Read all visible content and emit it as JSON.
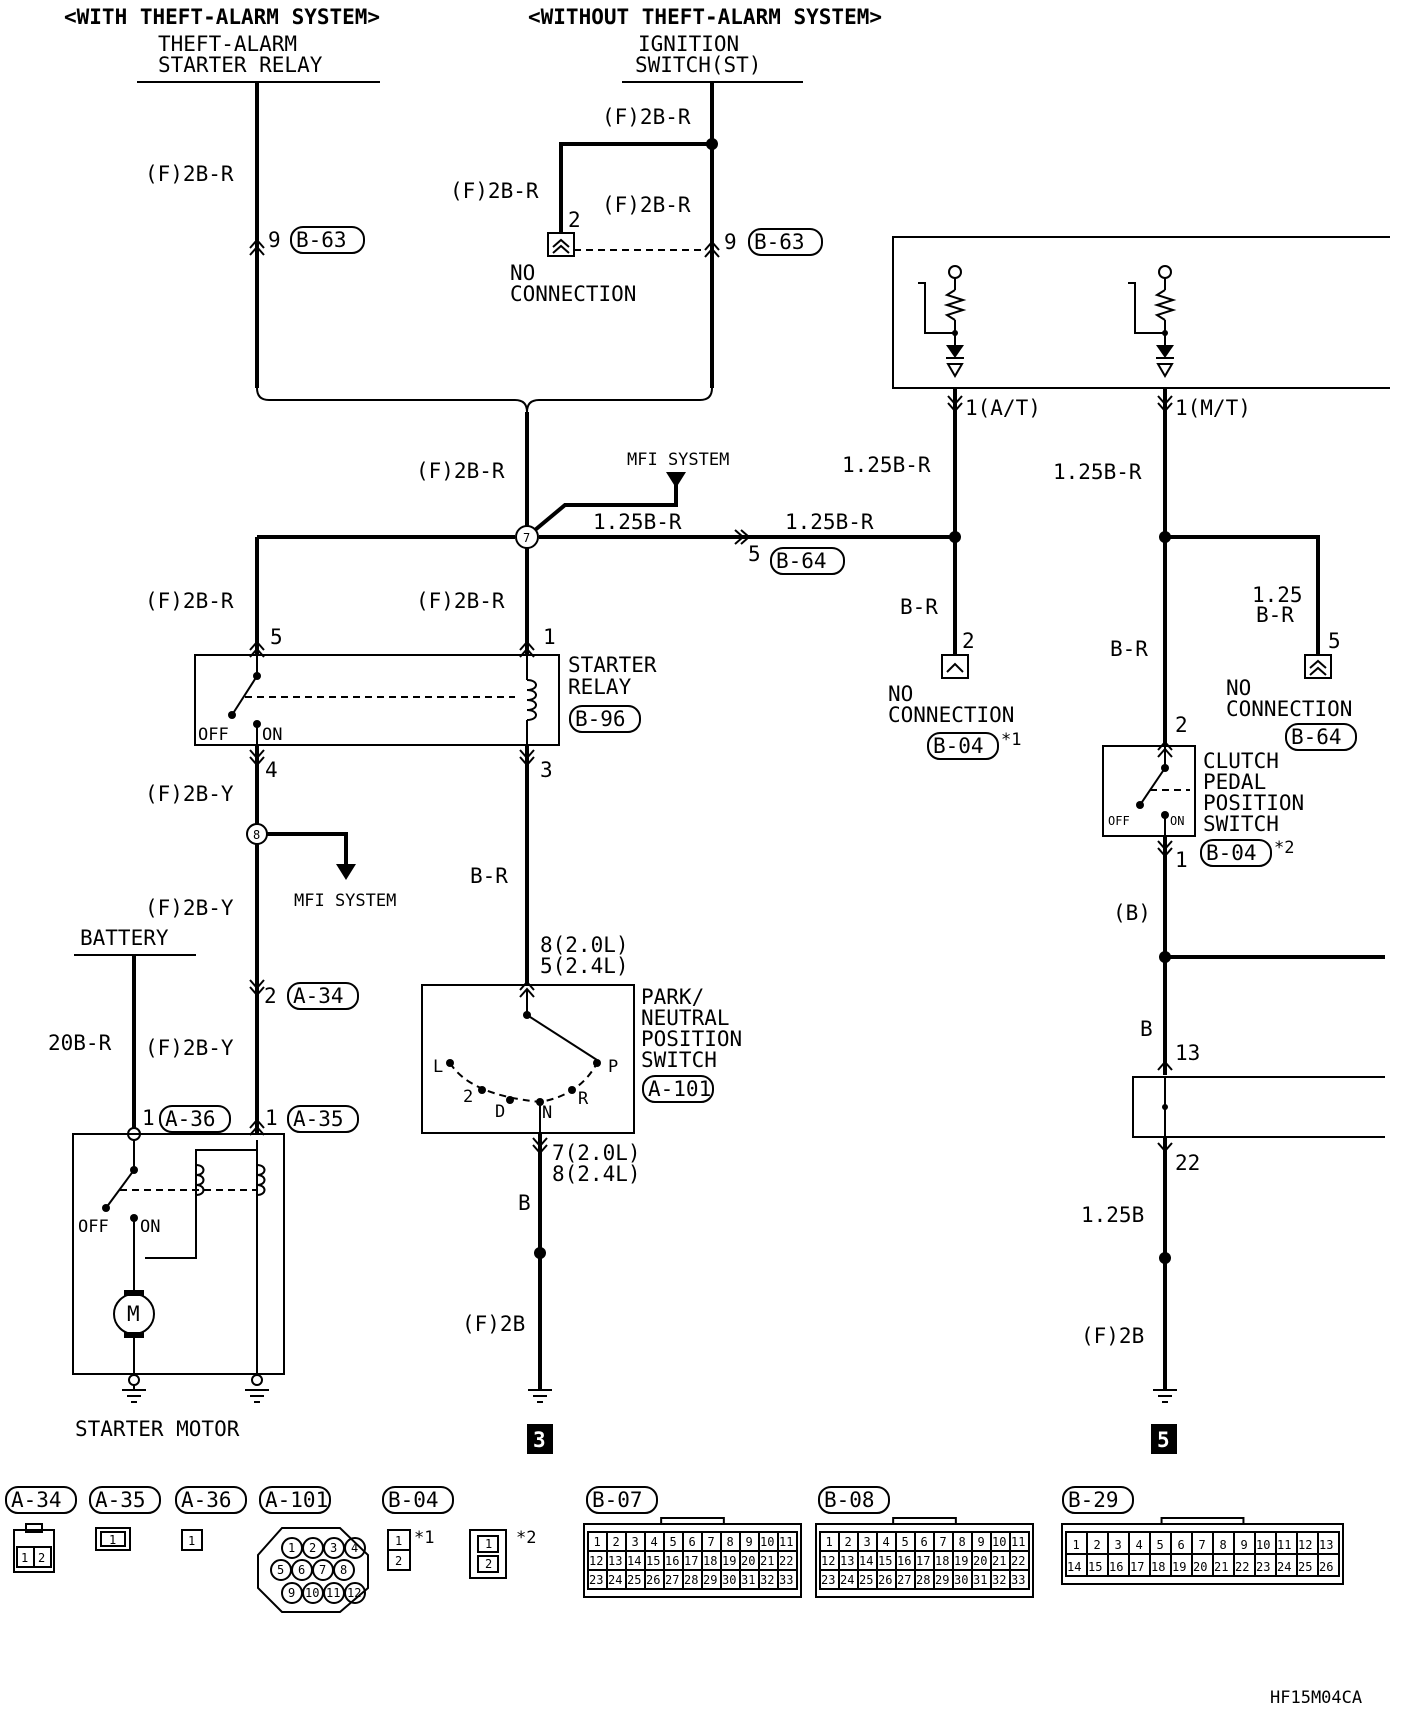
{
  "headers": {
    "with_theft": "<WITH THEFT-ALARM SYSTEM>",
    "without_theft": "<WITHOUT THEFT-ALARM SYSTEM>"
  },
  "components": {
    "theft_relay_1": "THEFT-ALARM",
    "theft_relay_2": "STARTER RELAY",
    "ignition_1": "IGNITION",
    "ignition_2": "SWITCH(ST)",
    "starter_relay_1": "STARTER",
    "starter_relay_2": "RELAY",
    "battery": "BATTERY",
    "starter_motor": "STARTER MOTOR",
    "pn_1": "PARK/",
    "pn_2": "NEUTRAL",
    "pn_3": "POSITION",
    "pn_4": "SWITCH",
    "clutch_1": "CLUTCH",
    "clutch_2": "PEDAL",
    "clutch_3": "POSITION",
    "clutch_4": "SWITCH",
    "mfi_1": "MFI SYSTEM",
    "mfi_2": "MFI SYSTEM",
    "no_conn_1": "NO",
    "no_conn_2": "CONNECTION",
    "motor_symbol": "M"
  },
  "wires": {
    "f2br": "(F)2B-R",
    "f2by": "(F)2B-Y",
    "br125": "1.25B-R",
    "br": "B-R",
    "b": "B",
    "b125": "1.25B",
    "f2b": "(F)2B",
    "br20": "20B-R",
    "bparen": "(B)",
    "br125_top": "1.25",
    "br125_bot": "B-R"
  },
  "connectors": {
    "b63": "B-63",
    "b64": "B-64",
    "b96": "B-96",
    "b04": "B-04",
    "a34": "A-34",
    "a35": "A-35",
    "a36": "A-36",
    "a101": "A-101",
    "b07": "B-07",
    "b08": "B-08",
    "b29": "B-29"
  },
  "pins": {
    "p1": "1",
    "p2": "2",
    "p3": "3",
    "p4": "4",
    "p5": "5",
    "p9": "9",
    "p13": "13",
    "p22": "22",
    "at": "1(A/T)",
    "mt": "1(M/T)",
    "pn_top_a": "8(2.0L)",
    "pn_top_b": "5(2.4L)",
    "pn_bot_a": "7(2.0L)",
    "pn_bot_b": "8(2.4L)",
    "j7": "7",
    "j8": "8"
  },
  "switch_labels": {
    "off": "OFF",
    "on": "ON",
    "L": "L",
    "2": "2",
    "D": "D",
    "N": "N",
    "R": "R",
    "P": "P"
  },
  "notes": {
    "star1": "*1",
    "star2": "*2"
  },
  "ground_refs": {
    "g3": "3",
    "g5": "5"
  },
  "figure_code": "HF15M04CA",
  "legend_pins": {
    "a34": [
      "1",
      "2"
    ],
    "a35": [
      "1"
    ],
    "a36": [
      "1"
    ],
    "a101": [
      "1",
      "2",
      "3",
      "4",
      "5",
      "6",
      "7",
      "8",
      "9",
      "10",
      "11",
      "12"
    ],
    "b04a": [
      "1",
      "2"
    ],
    "b04b": [
      "1",
      "2"
    ],
    "b07": [
      "1",
      "2",
      "3",
      "4",
      "5",
      "6",
      "7",
      "8",
      "9",
      "10",
      "11",
      "12",
      "13",
      "14",
      "15",
      "16",
      "17",
      "18",
      "19",
      "20",
      "21",
      "22",
      "23",
      "24",
      "25",
      "26",
      "27",
      "28",
      "29",
      "30",
      "31",
      "32",
      "33"
    ],
    "b08": [
      "1",
      "2",
      "3",
      "4",
      "5",
      "6",
      "7",
      "8",
      "9",
      "10",
      "11",
      "12",
      "13",
      "14",
      "15",
      "16",
      "17",
      "18",
      "19",
      "20",
      "21",
      "22",
      "23",
      "24",
      "25",
      "26",
      "27",
      "28",
      "29",
      "30",
      "31",
      "32",
      "33"
    ],
    "b29": [
      "1",
      "2",
      "3",
      "4",
      "5",
      "6",
      "7",
      "8",
      "9",
      "10",
      "11",
      "12",
      "13",
      "14",
      "15",
      "16",
      "17",
      "18",
      "19",
      "20",
      "21",
      "22",
      "23",
      "24",
      "25",
      "26"
    ]
  }
}
